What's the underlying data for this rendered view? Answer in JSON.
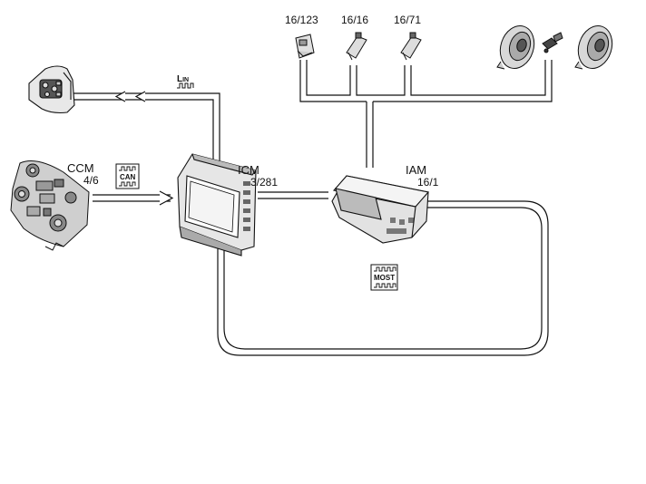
{
  "components": {
    "ccm": {
      "name": "CCM",
      "code": "4/6"
    },
    "icm": {
      "name": "ICM",
      "code": "3/281"
    },
    "iam": {
      "name": "IAM",
      "code": "16/1"
    },
    "connectors": [
      {
        "code": "16/123"
      },
      {
        "code": "16/16"
      },
      {
        "code": "16/71"
      }
    ]
  },
  "buses": {
    "lin": {
      "prefix": "L",
      "suffix": "IN"
    },
    "can": {
      "label": "CAN"
    },
    "most": {
      "label": "MOST"
    }
  },
  "colors": {
    "line": "#111111",
    "background": "#ffffff"
  }
}
